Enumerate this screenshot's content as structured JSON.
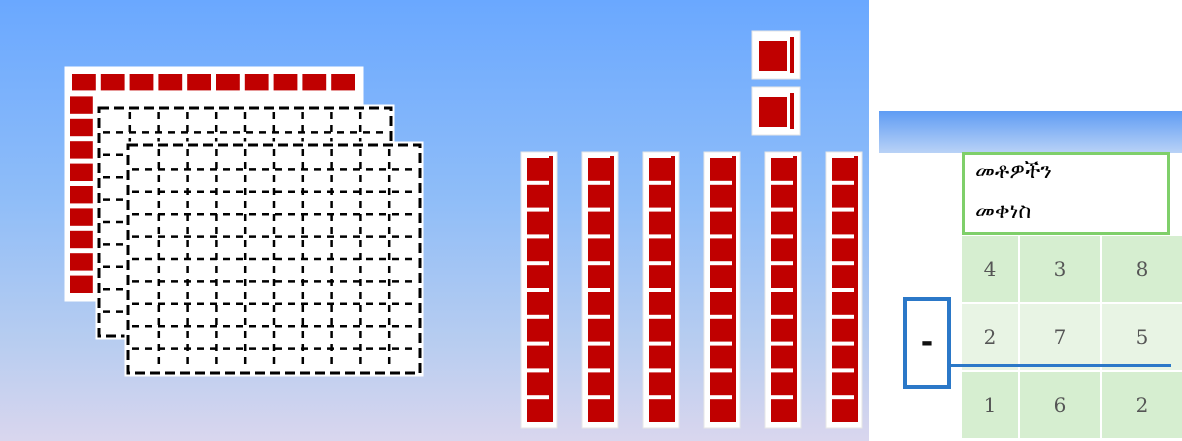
{
  "board": {
    "background_top": "#6aa8ff",
    "background_bottom": "#d9d6ee",
    "hundreds_flats": [
      {
        "style": "red"
      },
      {
        "style": "outline"
      },
      {
        "style": "outline"
      }
    ],
    "tens_rods_count": 6,
    "ones_units_count": 2,
    "block_color": "#c00000"
  },
  "panel": {
    "title_line_1": "መቶዎችን",
    "title_line_2": "መቀነስ",
    "operator": "-",
    "rows": [
      [
        "4",
        "3",
        "8"
      ],
      [
        "2",
        "7",
        "5"
      ],
      [
        "1",
        "6",
        "2"
      ]
    ],
    "accent_color": "#2b78c8",
    "title_border_color": "#7fcf6a",
    "cell_color": "#d6eed0"
  }
}
